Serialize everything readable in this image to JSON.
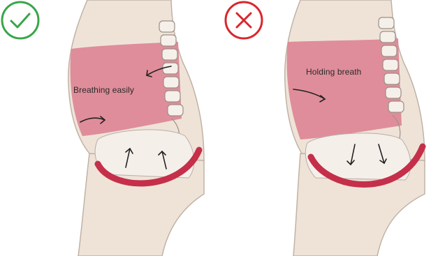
{
  "panels": [
    {
      "caption": "Breathing easily",
      "status": "correct",
      "status_icon": "check-circle-icon",
      "status_color": "#3aa54a",
      "arrows": "diaphragm-up"
    },
    {
      "caption": "Holding breath",
      "status": "incorrect",
      "status_icon": "x-circle-icon",
      "status_color": "#d9262c",
      "arrows": "diaphragm-down"
    }
  ],
  "colors": {
    "abdomen": "#dd8393",
    "pelvic_floor": "#c52f4a",
    "skin": "#efe3d8",
    "skin_outline": "#bfb2a6"
  }
}
